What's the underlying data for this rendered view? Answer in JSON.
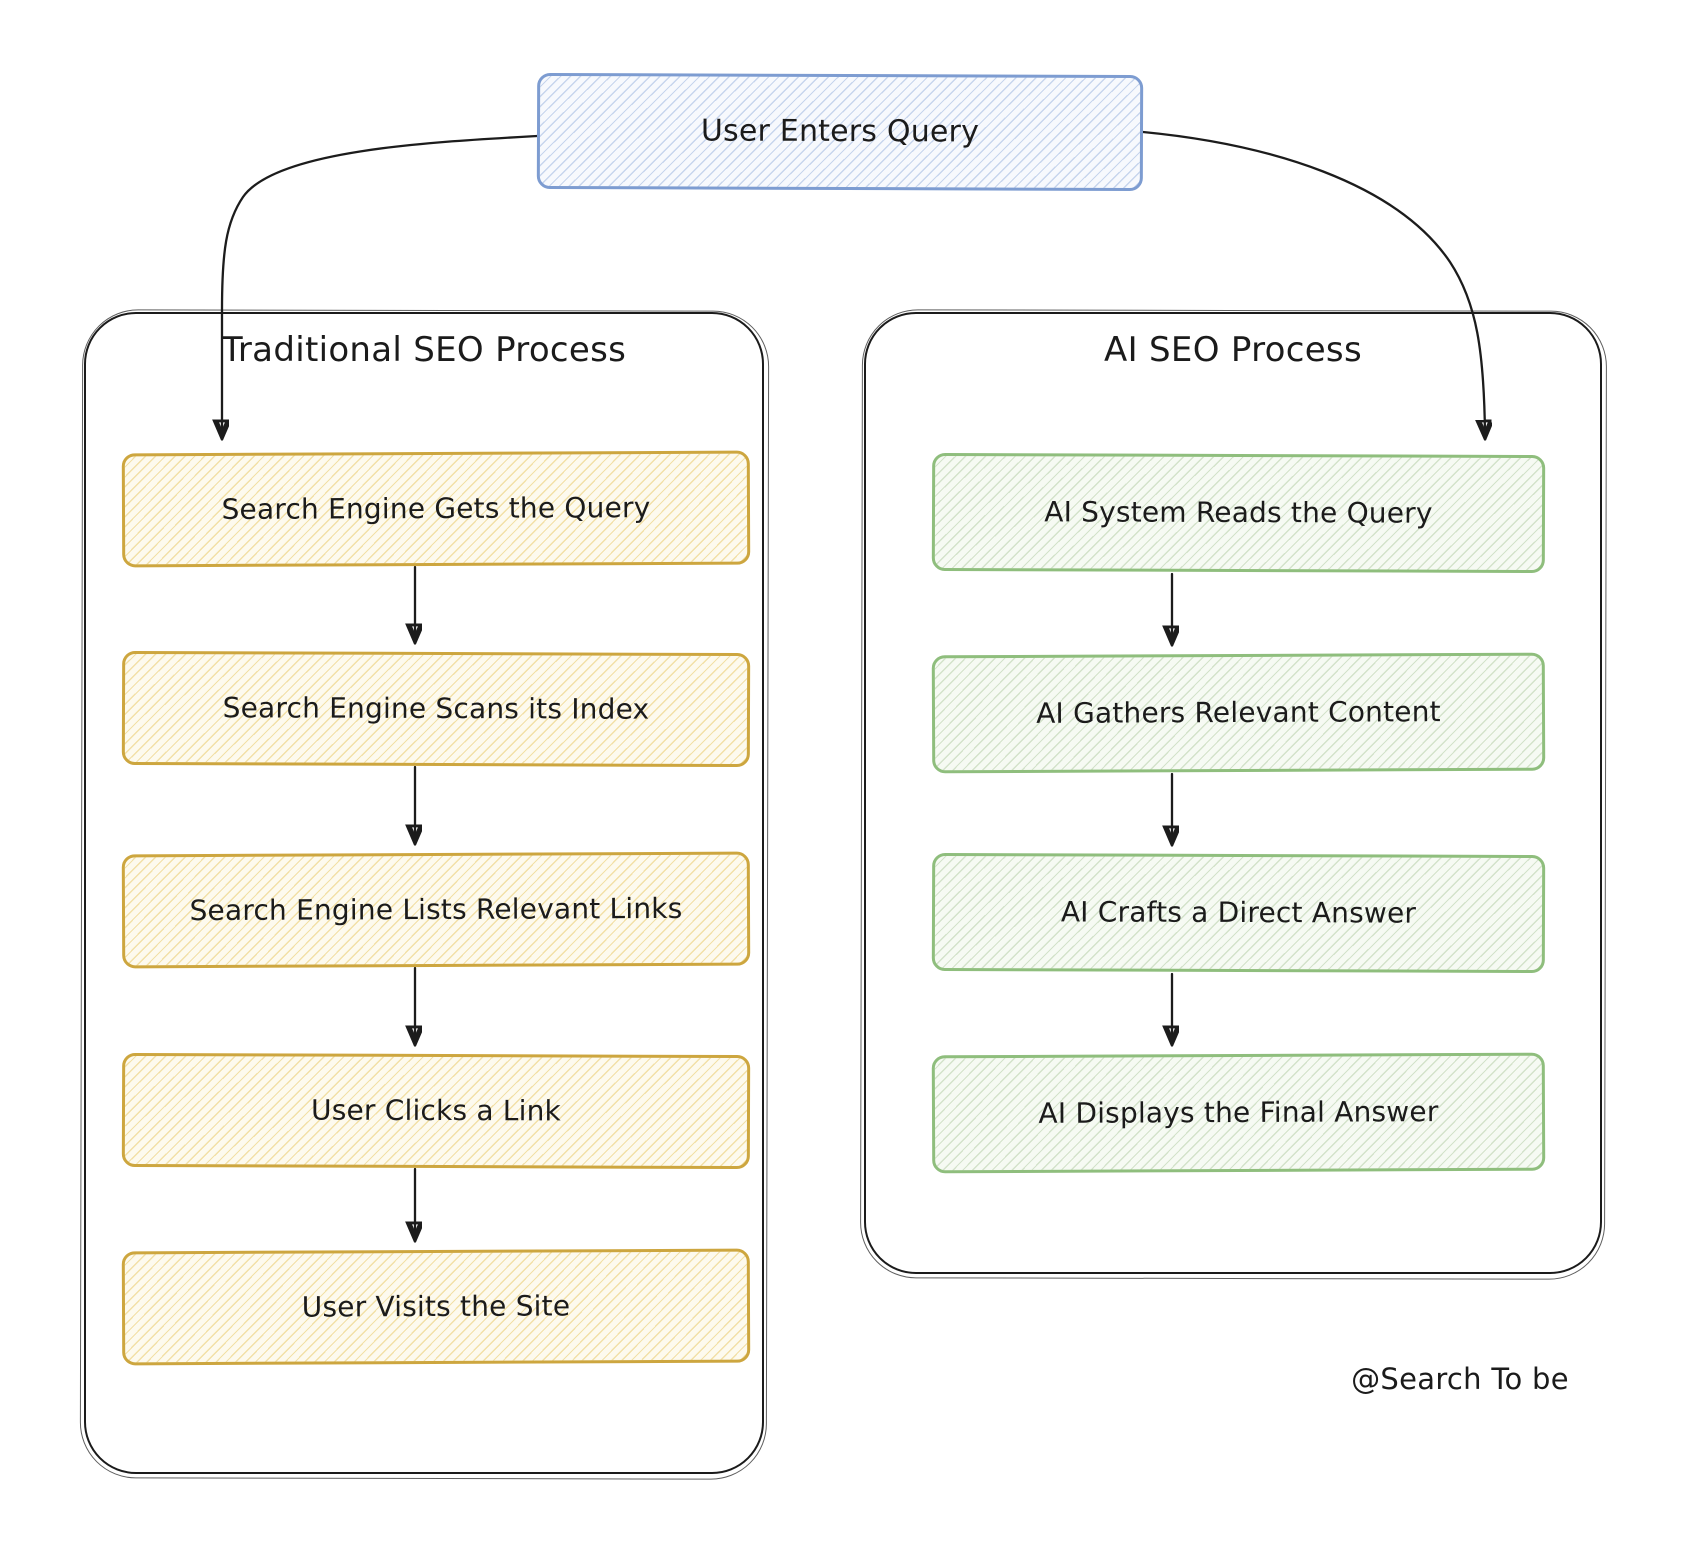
{
  "diagram": {
    "query_label": "User Enters Query",
    "credit": "@Search To be"
  },
  "panels": [
    {
      "title": "Traditional SEO Process",
      "steps": [
        "Search Engine Gets the Query",
        "Search Engine Scans its Index",
        "Search Engine Lists Relevant Links",
        "User Clicks a Link",
        "User Visits the Site"
      ]
    },
    {
      "title": "AI SEO Process",
      "steps": [
        "AI System Reads the Query",
        "AI Gathers Relevant Content",
        "AI Crafts a Direct Answer",
        "AI Displays the Final Answer"
      ]
    }
  ],
  "colors": {
    "query_box_border": "#7d9cd1",
    "query_box_hatch": "#c9d7ee",
    "traditional_border": "#cda63f",
    "traditional_hatch": "#f2e2a8",
    "ai_border": "#8fbe7d",
    "ai_hatch": "#d8e7d0",
    "outline_ink": "#1c1c1c"
  }
}
